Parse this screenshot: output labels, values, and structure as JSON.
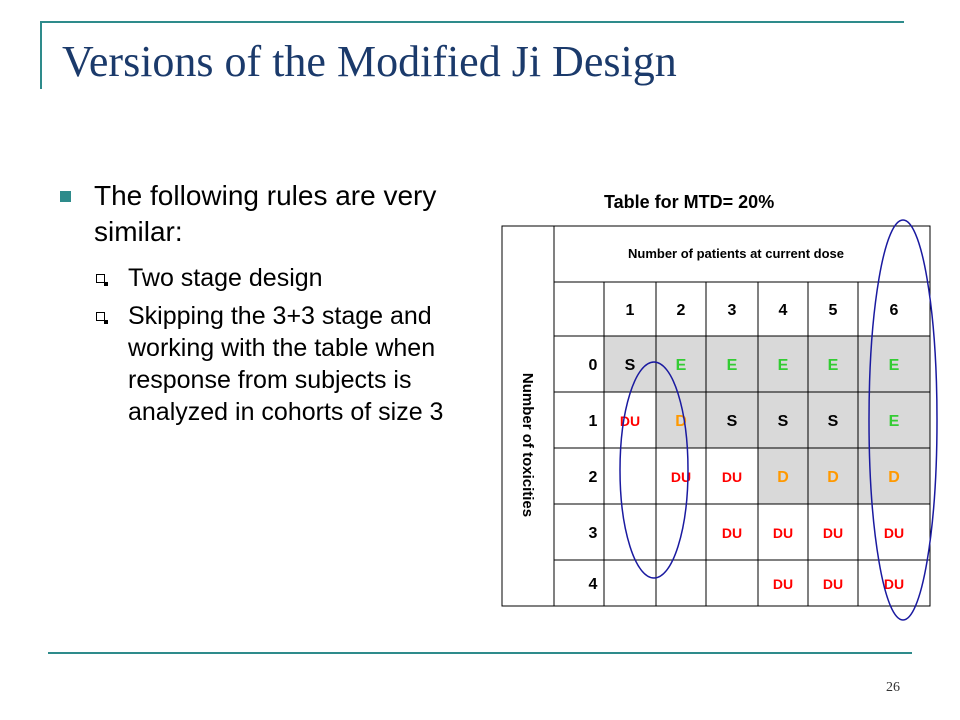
{
  "slide": {
    "title": "Versions of the Modified Ji Design",
    "page_number": "26"
  },
  "bullets": {
    "main": "The following rules are very similar:",
    "sub1": "Two stage design",
    "sub2": "Skipping the 3+3 stage and working with the table when response from subjects is analyzed in cohorts of size 3"
  },
  "table": {
    "caption": "Table for MTD= 20%",
    "column_header": "Number of patients at current dose",
    "row_header": "Number of toxicities",
    "column_labels": [
      "1",
      "2",
      "3",
      "4",
      "5",
      "6"
    ],
    "row_labels": [
      "0",
      "1",
      "2",
      "3",
      "4"
    ],
    "cells": [
      [
        "S",
        "E",
        "E",
        "E",
        "E",
        "E"
      ],
      [
        "DU",
        "D",
        "S",
        "S",
        "S",
        "E"
      ],
      [
        "",
        "DU",
        "DU",
        "D",
        "D",
        "D"
      ],
      [
        "",
        "",
        "DU",
        "DU",
        "DU",
        "DU"
      ],
      [
        "",
        "",
        "",
        "DU",
        "DU",
        "DU"
      ]
    ],
    "shaded_cells": [
      [
        0,
        0
      ],
      [
        0,
        1
      ],
      [
        0,
        2
      ],
      [
        0,
        3
      ],
      [
        0,
        4
      ],
      [
        0,
        5
      ],
      [
        1,
        1
      ],
      [
        1,
        2
      ],
      [
        1,
        3
      ],
      [
        1,
        4
      ],
      [
        1,
        5
      ],
      [
        2,
        3
      ],
      [
        2,
        4
      ],
      [
        2,
        5
      ]
    ],
    "colors": {
      "S": "#000000",
      "E": "#33cc33",
      "D": "#ff9900",
      "DU": "#ff0000",
      "shade": "#d9d9d9",
      "ellipse": "#1a1aa0"
    }
  }
}
